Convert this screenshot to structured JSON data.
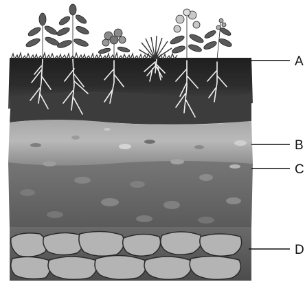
{
  "layers": [
    {
      "id": "A",
      "label": "A"
    },
    {
      "id": "B",
      "label": "B"
    },
    {
      "id": "C",
      "label": "C"
    },
    {
      "id": "D",
      "label": "D"
    }
  ],
  "colors": {
    "topsoil": "#2e2e2e",
    "subsoil": "#8d8d8d",
    "weathered_rock": "#6e6e6e",
    "bedrock": "#9a9a9a",
    "roots": "#f2f2f2",
    "plants": "#5a5a5a",
    "label_lines": "#111111"
  }
}
